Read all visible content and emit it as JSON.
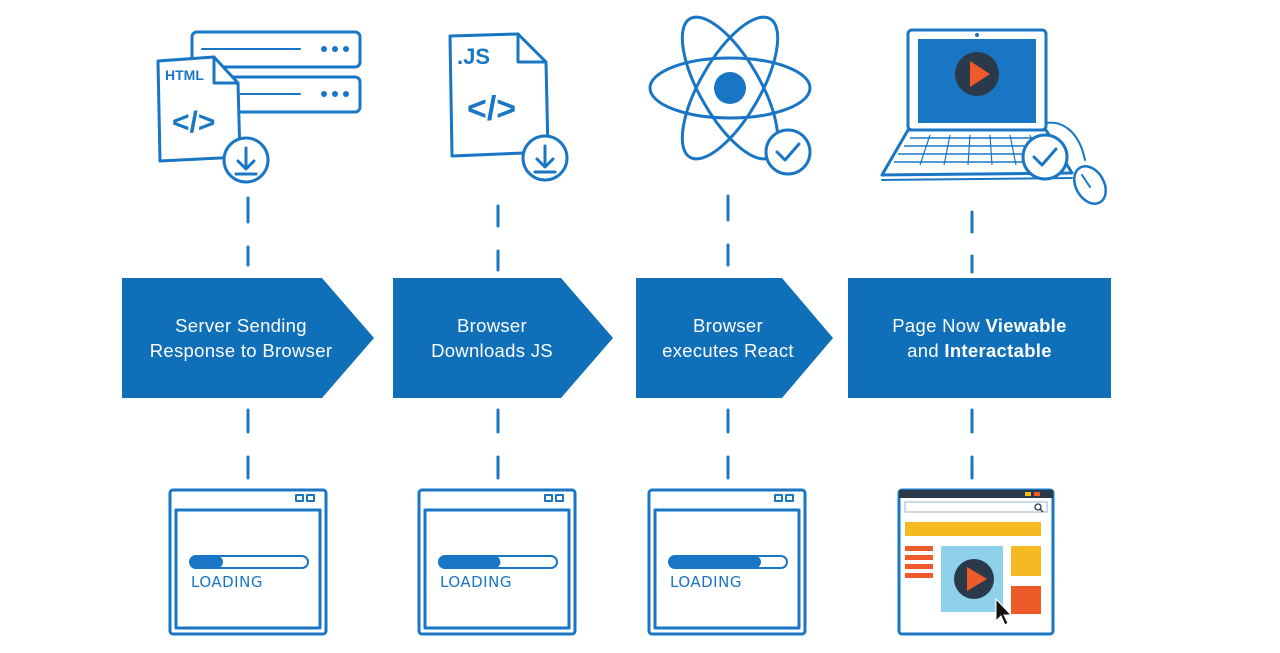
{
  "steps": [
    {
      "label_line1": "Server Sending",
      "label_line2": "Response to Browser",
      "top_icon": "html-file-server-icon",
      "file_label": "HTML",
      "code_glyph": "</>",
      "bottom_icon": "loading-window-icon",
      "loading_text": "LOADING",
      "loading_progress": 0.28
    },
    {
      "label_line1": "Browser",
      "label_line2": "Downloads JS",
      "top_icon": "js-file-download-icon",
      "file_label": ".JS",
      "code_glyph": "</>",
      "bottom_icon": "loading-window-icon",
      "loading_text": "LOADING",
      "loading_progress": 0.52
    },
    {
      "label_line1": "Browser",
      "label_line2": "executes React",
      "top_icon": "react-atom-check-icon",
      "bottom_icon": "loading-window-icon",
      "loading_text": "LOADING",
      "loading_progress": 0.78
    },
    {
      "label_line1_prefix": "Page Now ",
      "label_line1_bold": "Viewable",
      "label_line2_prefix": "and ",
      "label_line2_bold": "Interactable",
      "top_icon": "laptop-video-check-icon",
      "bottom_icon": "interactive-webpage-icon"
    }
  ],
  "colors": {
    "accent": "#1976c4",
    "arrow": "#0f6fb8",
    "yellow": "#f5b921",
    "orange": "#ef5a2a",
    "video": "#8fd0ea"
  }
}
